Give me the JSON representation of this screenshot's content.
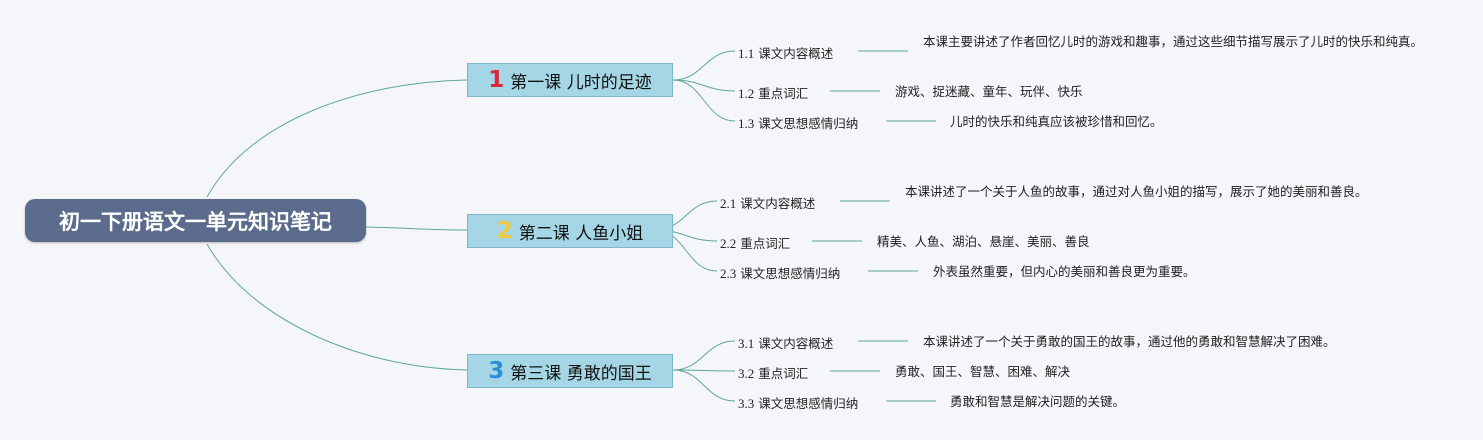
{
  "root": {
    "label": "初一下册语文一单元知识笔记"
  },
  "colors": {
    "background": "#f5f6f9",
    "root_fill": "#5a6b8c",
    "lesson_fill": "#a5d6e6",
    "connector": "#5fa89a"
  },
  "lessons": [
    {
      "number": "1",
      "number_color": "#d9283a",
      "label": "第一课 儿时的足迹",
      "items": [
        {
          "num": "1.1",
          "label": "课文内容概述",
          "detail": "本课主要讲述了作者回忆儿时的游戏和趣事，通过这些细节描写展示了儿时的快乐和纯真。"
        },
        {
          "num": "1.2",
          "label": "重点词汇",
          "detail": "游戏、捉迷藏、童年、玩伴、快乐"
        },
        {
          "num": "1.3",
          "label": "课文思想感情归纳",
          "detail": "儿时的快乐和纯真应该被珍惜和回忆。"
        }
      ]
    },
    {
      "number": "2",
      "number_color": "#f1c93a",
      "label": "第二课 人鱼小姐",
      "items": [
        {
          "num": "2.1",
          "label": "课文内容概述",
          "detail": "本课讲述了一个关于人鱼的故事，通过对人鱼小姐的描写，展示了她的美丽和善良。"
        },
        {
          "num": "2.2",
          "label": "重点词汇",
          "detail": "精美、人鱼、湖泊、悬崖、美丽、善良"
        },
        {
          "num": "2.3",
          "label": "课文思想感情归纳",
          "detail": "外表虽然重要，但内心的美丽和善良更为重要。"
        }
      ]
    },
    {
      "number": "3",
      "number_color": "#2a8fd6",
      "label": "第三课 勇敢的国王",
      "items": [
        {
          "num": "3.1",
          "label": "课文内容概述",
          "detail": "本课讲述了一个关于勇敢的国王的故事，通过他的勇敢和智慧解决了困难。"
        },
        {
          "num": "3.2",
          "label": "重点词汇",
          "detail": "勇敢、国王、智慧、困难、解决"
        },
        {
          "num": "3.3",
          "label": "课文思想感情归纳",
          "detail": "勇敢和智慧是解决问题的关键。"
        }
      ]
    }
  ]
}
